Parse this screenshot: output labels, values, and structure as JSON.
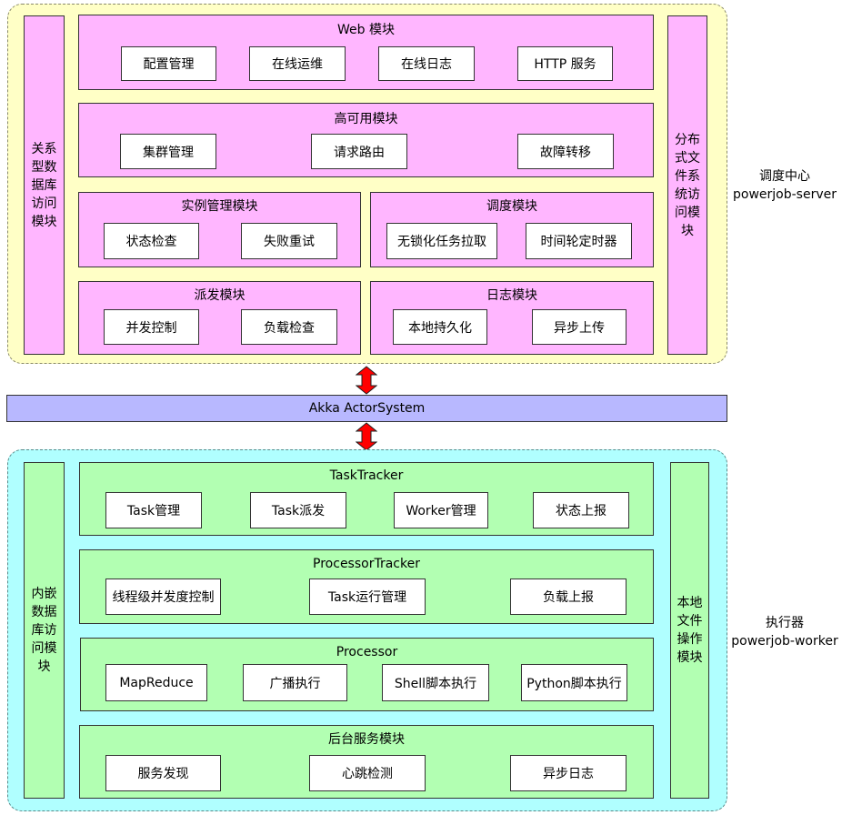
{
  "server": {
    "left_module": "关系型数据库访问模块",
    "right_module": "分布式文件系统访问模块",
    "label_line1": "调度中心",
    "label_line2": "powerjob-server",
    "web": {
      "title": "Web 模块",
      "items": [
        "配置管理",
        "在线运维",
        "在线日志",
        "HTTP 服务"
      ]
    },
    "ha": {
      "title": "高可用模块",
      "items": [
        "集群管理",
        "请求路由",
        "故障转移"
      ]
    },
    "instance": {
      "title": "实例管理模块",
      "items": [
        "状态检查",
        "失败重试"
      ]
    },
    "schedule": {
      "title": "调度模块",
      "items": [
        "无锁化任务拉取",
        "时间轮定时器"
      ]
    },
    "dispatch": {
      "title": "派发模块",
      "items": [
        "并发控制",
        "负载检查"
      ]
    },
    "log": {
      "title": "日志模块",
      "items": [
        "本地持久化",
        "异步上传"
      ]
    }
  },
  "bus": {
    "label": "Akka ActorSystem",
    "arrow_color": "#ff0000"
  },
  "worker": {
    "left_module": "内嵌数据库访问模块",
    "right_module": "本地文件操作模块",
    "label_line1": "执行器",
    "label_line2": "powerjob-worker",
    "task_tracker": {
      "title": "TaskTracker",
      "items": [
        "Task管理",
        "Task派发",
        "Worker管理",
        "状态上报"
      ]
    },
    "processor_tracker": {
      "title": "ProcessorTracker",
      "items": [
        "线程级并发度控制",
        "Task运行管理",
        "负载上报"
      ]
    },
    "processor": {
      "title": "Processor",
      "items": [
        "MapReduce",
        "广播执行",
        "Shell脚本执行",
        "Python脚本执行"
      ]
    },
    "backend": {
      "title": "后台服务模块",
      "items": [
        "服务发现",
        "心跳检测",
        "异步日志"
      ]
    }
  },
  "colors": {
    "server_bg": "#ffffc6",
    "server_module": "#ffb6ff",
    "bus": "#b8b8ff",
    "worker_bg": "#b0ffff",
    "worker_module": "#b2ffb2"
  }
}
